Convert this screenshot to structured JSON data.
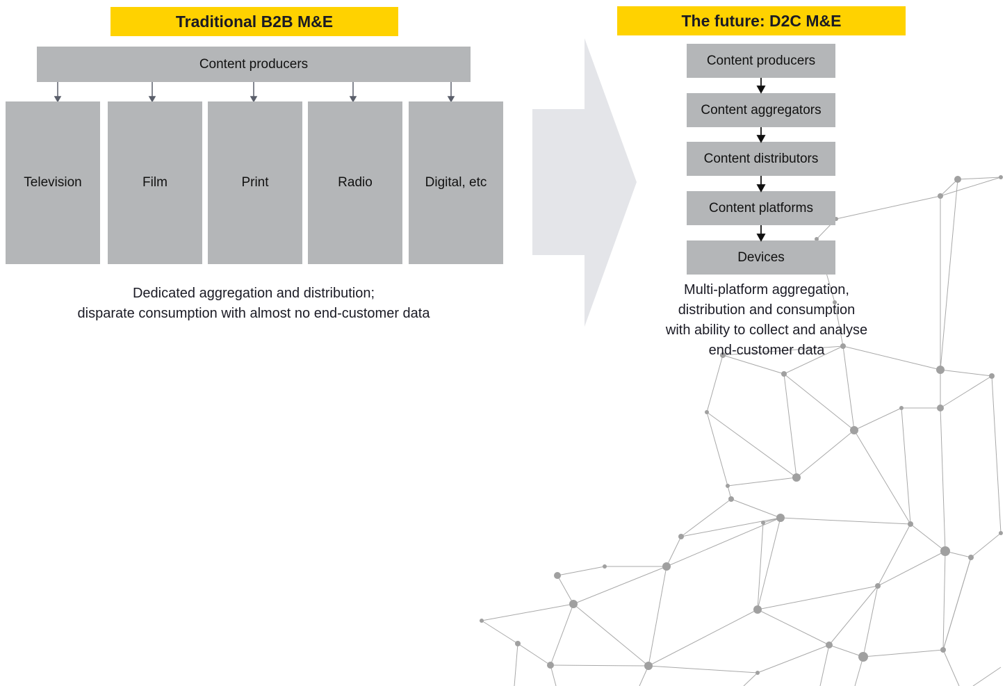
{
  "left": {
    "title": "Traditional B2B M&E",
    "top_box": "Content producers",
    "channels": [
      "Television",
      "Film",
      "Print",
      "Radio",
      "Digital, etc"
    ],
    "caption_line1": "Dedicated aggregation and distribution;",
    "caption_line2": "disparate consumption with almost no end-customer data"
  },
  "right": {
    "title": "The future: D2C M&E",
    "chain": [
      "Content producers",
      "Content aggregators",
      "Content distributors",
      "Content platforms",
      "Devices"
    ],
    "caption_line1": "Multi-platform aggregation,",
    "caption_line2": "distribution and consumption",
    "caption_line3": "with ability to collect and analyse",
    "caption_line4": "end-customer data"
  },
  "colors": {
    "header": "#ffd200",
    "box": "#b4b6b8",
    "big_arrow": "#e4e5e9",
    "network": "#9a9a9a"
  }
}
